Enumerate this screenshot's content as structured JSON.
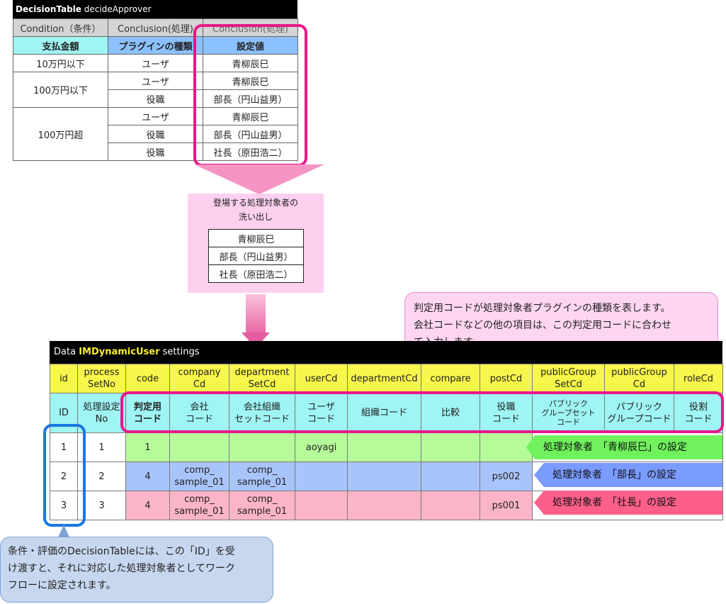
{
  "decision_table": {
    "title_bold": "DecisionTable",
    "title_rest": "decideApprover",
    "headers": [
      "Condition（条件）",
      "Conclusion(処理)",
      "Conclusion(処理)"
    ],
    "subheaders": [
      "支払金額",
      "プラグインの種類",
      "設定値"
    ],
    "conditions": [
      "10万円以下",
      "100万円以下",
      "100万円超"
    ],
    "rows": [
      {
        "type": "ユーザ",
        "value": "青柳辰巳"
      },
      {
        "type": "ユーザ",
        "value": "青柳辰巳"
      },
      {
        "type": "役職",
        "value": "部長（円山益男）"
      },
      {
        "type": "ユーザ",
        "value": "青柳辰巳"
      },
      {
        "type": "役職",
        "value": "部長（円山益男）"
      },
      {
        "type": "役職",
        "value": "社長（原田浩二）"
      }
    ]
  },
  "extraction": {
    "title": "登場する処理対象者の\n洗い出し",
    "items": [
      "青柳辰巳",
      "部長（円山益男）",
      "社長（原田浩二）"
    ]
  },
  "callout_top": "判定用コードが処理対象者プラグインの種類を表します。\n会社コードなどの他の項目は、この判定用コードに合わせ\nて入力します。",
  "data_table": {
    "title_prefix": "Data",
    "title_highlight": "IMDynamicUser",
    "title_suffix": "settings",
    "columns": [
      "id",
      "process\nSetNo",
      "code",
      "company\nCd",
      "department\nSetCd",
      "userCd",
      "departmentCd",
      "compare",
      "postCd",
      "publicGroup\nSetCd",
      "publicGroup\nCd",
      "roleCd"
    ],
    "sub_columns": [
      "ID",
      "処理設定\nNo",
      "判定用\nコード",
      "会社\nコード",
      "会社組織\nセットコード",
      "ユーザ\nコード",
      "組織コード",
      "比較",
      "役職\nコード",
      "パブリック\nグループセット\nコード",
      "パブリック\nグループコード",
      "役割\nコード"
    ],
    "rows": [
      {
        "id": "1",
        "process": "1",
        "code": "1",
        "company": "",
        "dept_set": "",
        "user": "aoyagi",
        "dept": "",
        "compare": "",
        "post": "",
        "label": "処理対象者　「青柳辰巳」の設定"
      },
      {
        "id": "2",
        "process": "2",
        "code": "4",
        "company": "comp_\nsample_01",
        "dept_set": "comp_\nsample_01",
        "user": "",
        "dept": "",
        "compare": "",
        "post": "ps002",
        "label": "処理対象者　「部長」の設定"
      },
      {
        "id": "3",
        "process": "3",
        "code": "4",
        "company": "comp_\nsample_01",
        "dept_set": "comp_\nsample_01",
        "user": "",
        "dept": "",
        "compare": "",
        "post": "ps001",
        "label": "処理対象者　「社長」の設定"
      }
    ]
  },
  "callout_bottom": "条件・評価のDecisionTableには、この「ID」を受\nけ渡すと、それに対応した処理対象者としてワーク\nフローに設定されます。",
  "colors": {
    "highlight_pink": "#e9178a",
    "highlight_blue": "#1976e3",
    "header_yellow": "#f7f64a",
    "header_cyan": "#9ff4f4",
    "row_green": "#b6fb9a",
    "row_blue": "#a9c4fb",
    "row_pink": "#fcb4c8"
  }
}
